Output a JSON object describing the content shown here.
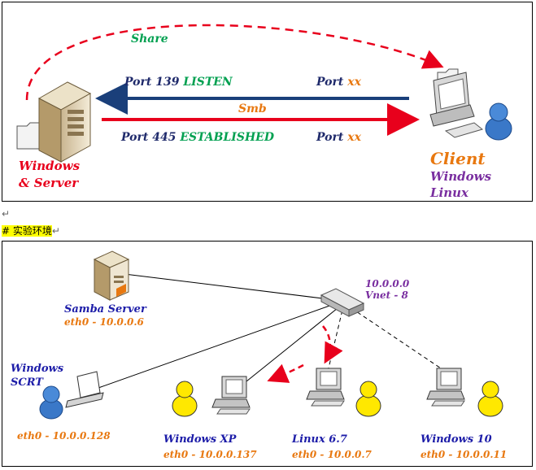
{
  "panel_top": {
    "share_label": "Share",
    "smb_label": "Smb",
    "left_arrow": {
      "port_prefix": "Port 139 ",
      "state": "LISTEN",
      "client_port": "Port ",
      "client_port_var": "xx"
    },
    "right_arrow": {
      "port_prefix": "Port 445 ",
      "state": "ESTABLISHED",
      "client_port": "Port ",
      "client_port_var": "xx"
    },
    "server": {
      "line1": "Windows",
      "line2": "& Server"
    },
    "client": {
      "title": "Client",
      "os1": "Windows",
      "os2": "Linux"
    }
  },
  "heading": {
    "text": "# 实验环境",
    "return_mark": "↵"
  },
  "panel_bottom": {
    "switch": {
      "net": "10.0.0.0",
      "vnet": "Vnet - 8"
    },
    "samba": {
      "name": "Samba Server",
      "iface": "eth0 - 10.0.0.6"
    },
    "windows_crt": {
      "line1": "Windows",
      "line2": "SCRT",
      "iface": "eth0 - 10.0.0.128"
    },
    "nodes": [
      {
        "name": "Windows XP",
        "iface": "eth0 - 10.0.0.137"
      },
      {
        "name": "Linux 6.7",
        "iface": "eth0 - 10.0.0.7"
      },
      {
        "name": "Windows 10",
        "iface": "eth0 - 10.0.0.11"
      }
    ]
  },
  "colors": {
    "navy": "#1f2a6b",
    "green": "#00a050",
    "red": "#e8001c",
    "orange": "#e87810",
    "purple": "#7a2fa0",
    "blue_text": "#1c1ca8",
    "arrow_blue": "#1a3f7a",
    "arrow_red": "#e8001c",
    "highlight": "#ffff00"
  }
}
